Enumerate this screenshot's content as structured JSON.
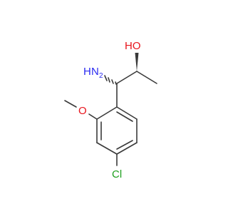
{
  "molecule": {
    "atoms": {
      "oh": "HO",
      "nh2_h": "H",
      "nh2_n": "N",
      "nh2_sub": "2",
      "methoxy_o": "O",
      "cl": "Cl"
    }
  },
  "colors": {
    "bond": "#3a3a3a",
    "oxygen": "#e8141c",
    "nitrogen": "#2a2af0",
    "chlorine": "#1fa01f",
    "background": "#ffffff"
  }
}
